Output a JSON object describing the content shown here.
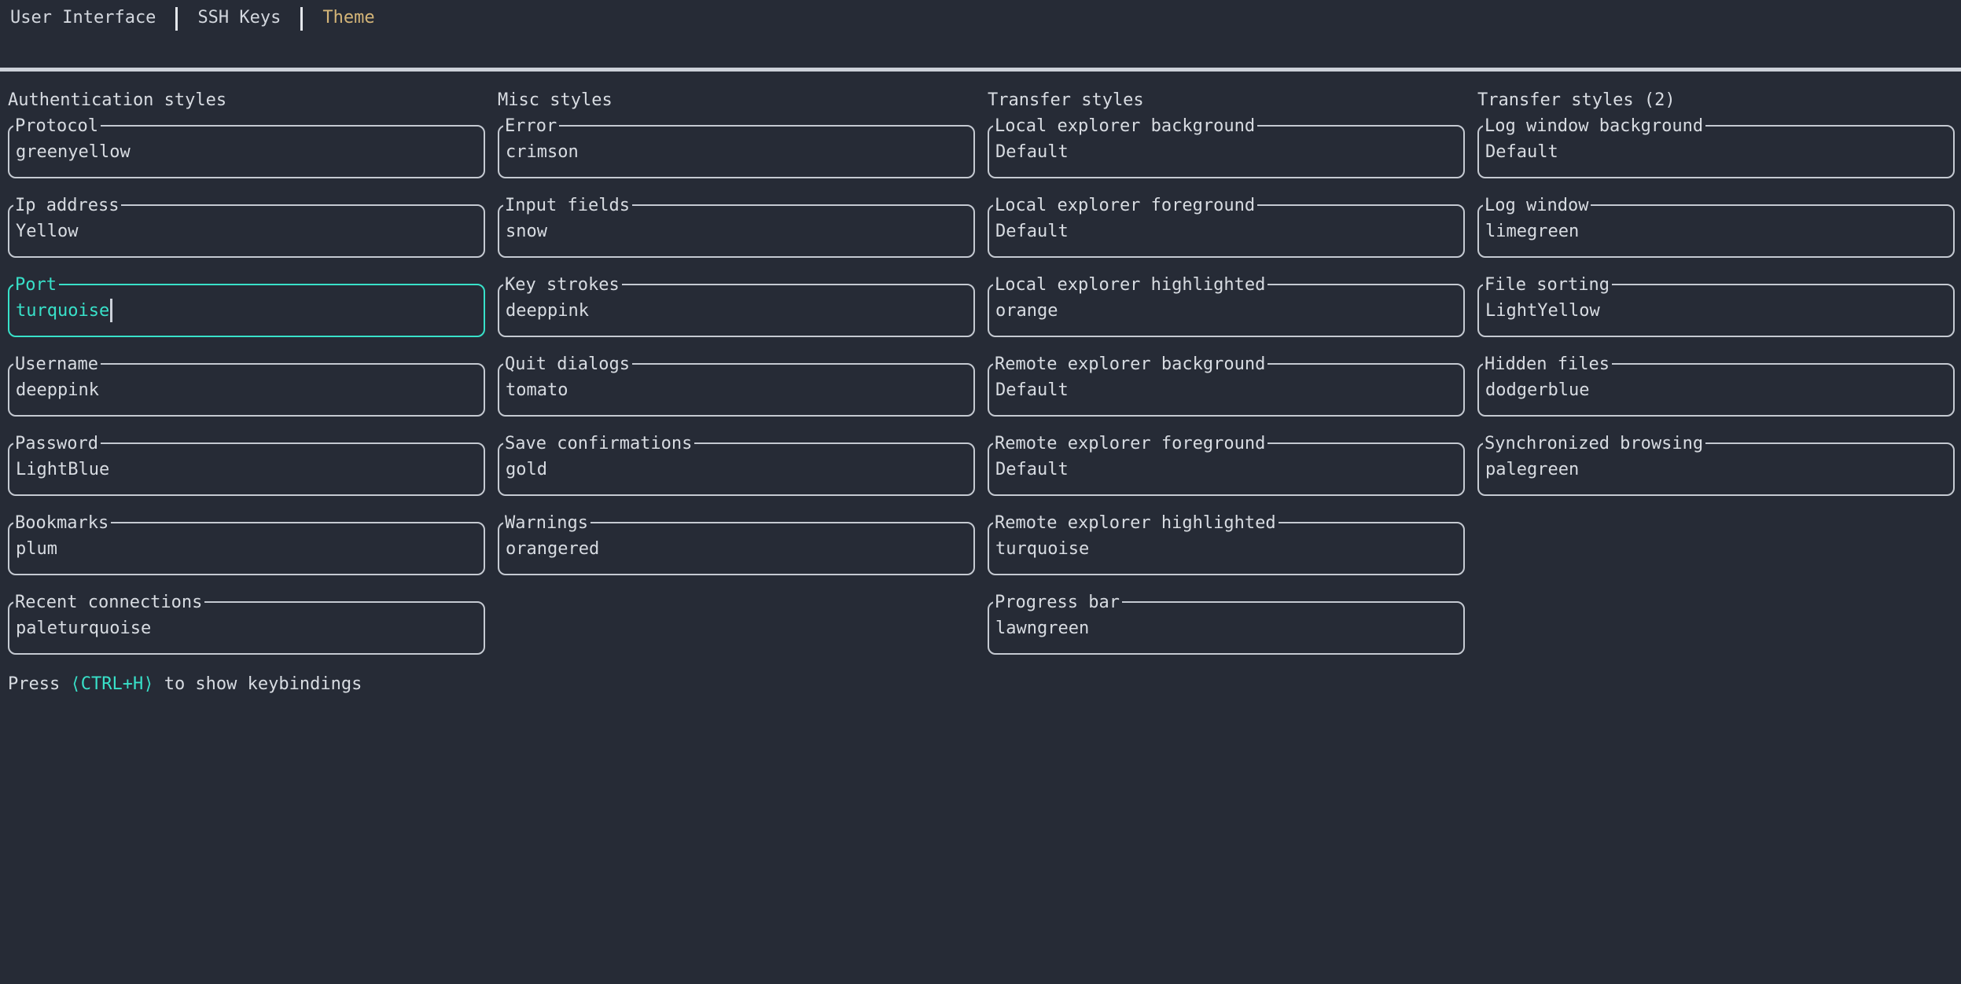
{
  "tab_bar": {
    "separator": "│",
    "tabs": [
      {
        "label": "User Interface",
        "active": false
      },
      {
        "label": "SSH Keys",
        "active": false
      },
      {
        "label": "Theme",
        "active": true
      }
    ]
  },
  "columns": [
    {
      "title": "Authentication styles",
      "fields": [
        {
          "label": "Protocol",
          "value": "greenyellow",
          "focused": false
        },
        {
          "label": "Ip address",
          "value": "Yellow",
          "focused": false
        },
        {
          "label": "Port",
          "value": "turquoise",
          "focused": true
        },
        {
          "label": "Username",
          "value": "deeppink",
          "focused": false
        },
        {
          "label": "Password",
          "value": "LightBlue",
          "focused": false
        },
        {
          "label": "Bookmarks",
          "value": "plum",
          "focused": false
        },
        {
          "label": "Recent connections",
          "value": "paleturquoise",
          "focused": false
        }
      ]
    },
    {
      "title": "Misc styles",
      "fields": [
        {
          "label": "Error",
          "value": "crimson",
          "focused": false
        },
        {
          "label": "Input fields",
          "value": "snow",
          "focused": false
        },
        {
          "label": "Key strokes",
          "value": "deeppink",
          "focused": false
        },
        {
          "label": "Quit dialogs",
          "value": "tomato",
          "focused": false
        },
        {
          "label": "Save confirmations",
          "value": "gold",
          "focused": false
        },
        {
          "label": "Warnings",
          "value": "orangered",
          "focused": false
        }
      ]
    },
    {
      "title": "Transfer styles",
      "fields": [
        {
          "label": "Local explorer background",
          "value": "Default",
          "focused": false
        },
        {
          "label": "Local explorer foreground",
          "value": "Default",
          "focused": false
        },
        {
          "label": "Local explorer highlighted",
          "value": "orange",
          "focused": false
        },
        {
          "label": "Remote explorer background",
          "value": "Default",
          "focused": false
        },
        {
          "label": "Remote explorer foreground",
          "value": "Default",
          "focused": false
        },
        {
          "label": "Remote explorer highlighted",
          "value": "turquoise",
          "focused": false
        },
        {
          "label": "Progress bar",
          "value": "lawngreen",
          "focused": false
        }
      ]
    },
    {
      "title": "Transfer styles (2)",
      "fields": [
        {
          "label": "Log window background",
          "value": "Default",
          "focused": false
        },
        {
          "label": "Log window",
          "value": "limegreen",
          "focused": false
        },
        {
          "label": "File sorting",
          "value": "LightYellow",
          "focused": false
        },
        {
          "label": "Hidden files",
          "value": "dodgerblue",
          "focused": false
        },
        {
          "label": "Synchronized browsing",
          "value": "palegreen",
          "focused": false
        }
      ]
    }
  ],
  "footer": {
    "prefix": "Press ",
    "key_hint": "⟨CTRL+H⟩",
    "suffix": " to show keybindings"
  },
  "colors": {
    "background": "#262b36",
    "text": "#d8dce2",
    "border": "#c5cad2",
    "active_tab": "#d4b578",
    "focus_accent": "#38e1c9",
    "divider": "#ccd1d9"
  }
}
